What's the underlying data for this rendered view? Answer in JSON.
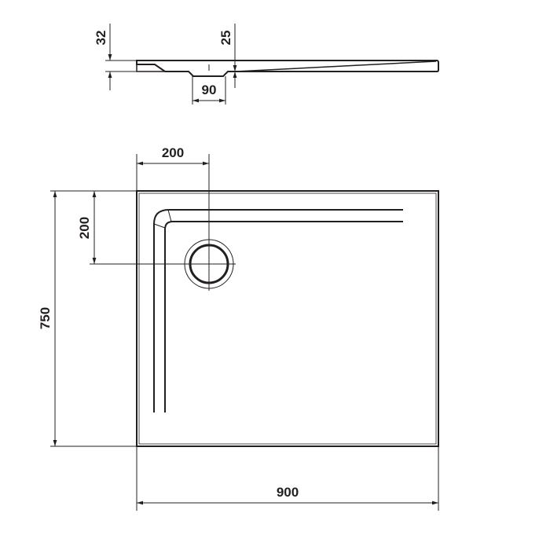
{
  "dimensions": {
    "side_height": "32",
    "side_drain_height": "25",
    "side_drain_width": "90",
    "drain_offset_x": "200",
    "drain_offset_y": "200",
    "tray_depth": "750",
    "tray_width": "900"
  },
  "colors": {
    "line": "#231f20",
    "background": "#ffffff"
  }
}
